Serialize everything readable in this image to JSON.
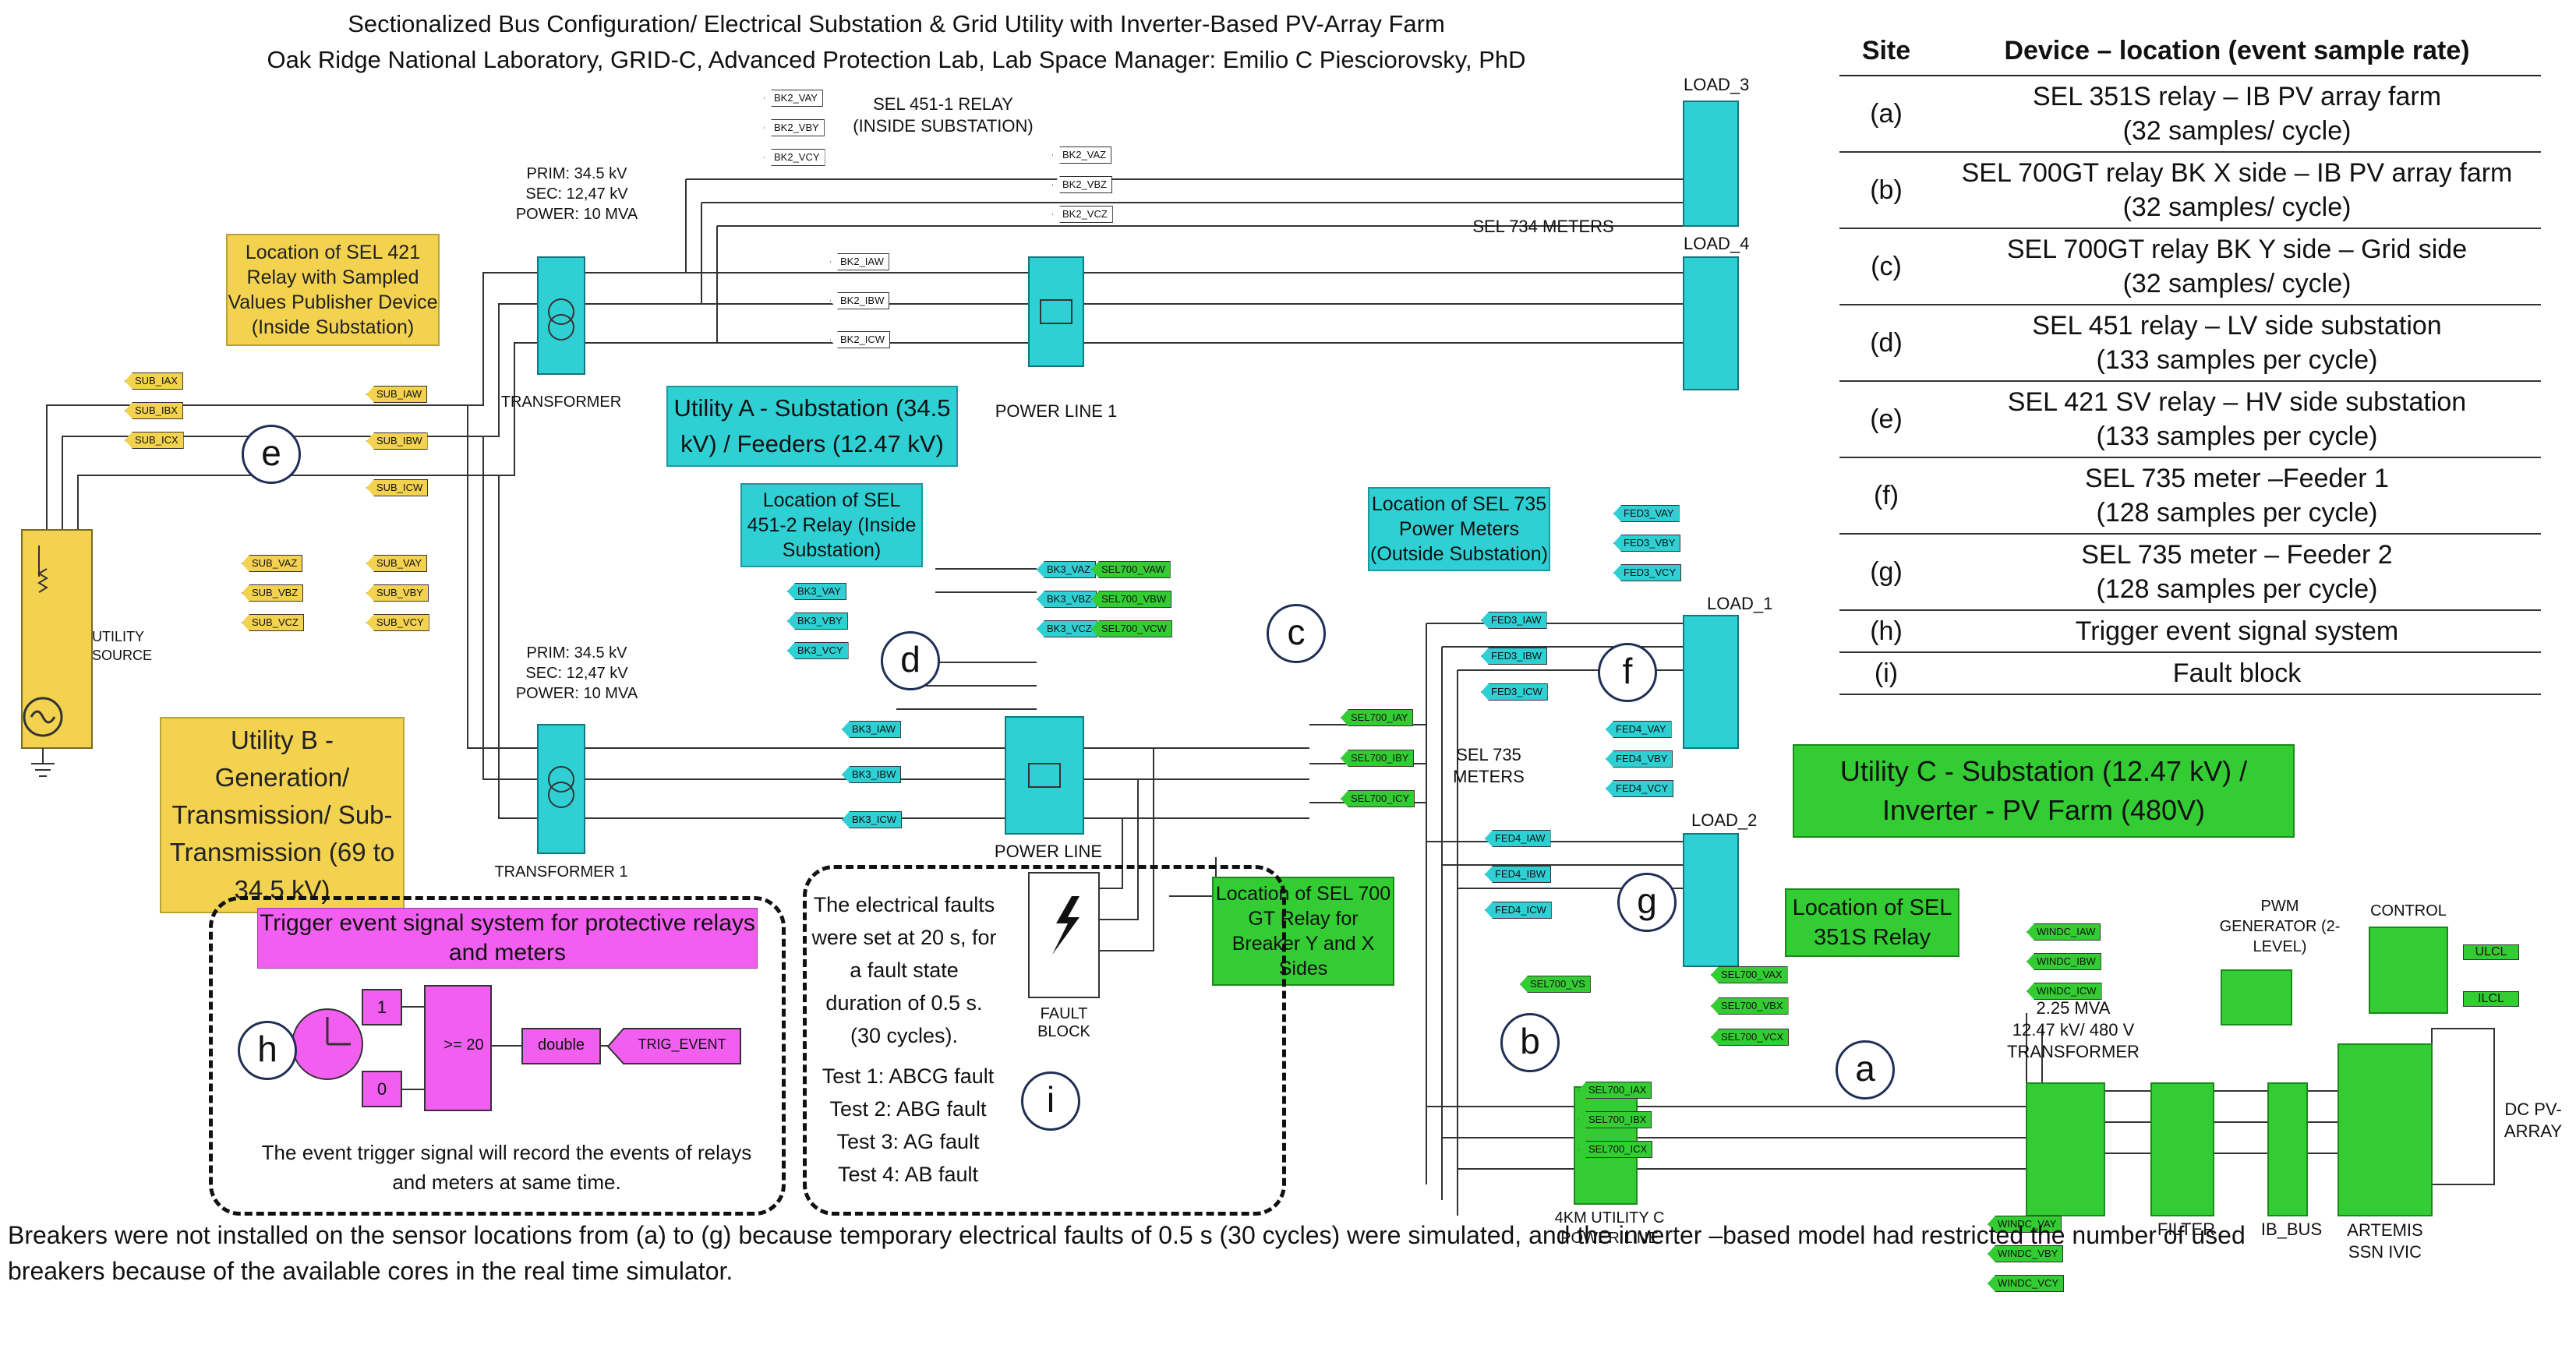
{
  "header": {
    "title": "Sectionalized Bus Configuration/ Electrical Substation & Grid Utility with Inverter-Based PV-Array Farm",
    "subtitle": "Oak Ridge National Laboratory, GRID-C, Advanced Protection Lab, Lab Space Manager: Emilio C Piesciorovsky, PhD"
  },
  "legend": {
    "col_site": "Site",
    "col_device": "Device – location (event sample rate)",
    "rows": [
      {
        "site": "(a)",
        "line1": "SEL 351S relay – IB PV array farm",
        "line2": "(32 samples/ cycle)"
      },
      {
        "site": "(b)",
        "line1": "SEL 700GT relay BK X side – IB PV array farm",
        "line2": "(32 samples/ cycle)"
      },
      {
        "site": "(c)",
        "line1": "SEL 700GT relay BK Y side – Grid side",
        "line2": "(32 samples/ cycle)"
      },
      {
        "site": "(d)",
        "line1": "SEL 451 relay – LV side substation",
        "line2": "(133 samples per cycle)"
      },
      {
        "site": "(e)",
        "line1": "SEL 421 SV relay – HV side substation",
        "line2": "(133 samples per cycle)"
      },
      {
        "site": "(f)",
        "line1": "SEL 735 meter –Feeder 1",
        "line2": "(128 samples per cycle)"
      },
      {
        "site": "(g)",
        "line1": "SEL 735 meter – Feeder 2",
        "line2": "(128 samples per cycle)"
      },
      {
        "site": "(h)",
        "line1": "Trigger event signal system",
        "line2": ""
      },
      {
        "site": "(i)",
        "line1": "Fault block",
        "line2": ""
      }
    ]
  },
  "notes": {
    "sel421": "Location of SEL 421 Relay with Sampled Values Publisher Device (Inside Substation)",
    "utility_a": "Utility A - Substation (34.5 kV) / Feeders (12.47 kV)",
    "sel451_2": "Location of SEL 451-2 Relay (Inside Substation)",
    "sel735": "Location of SEL 735 Power Meters (Outside Substation)",
    "utility_b": "Utility B - Generation/ Transmission/ Sub-Transmission (69 to 34.5 kV)",
    "sel700": "Location of SEL 700 GT Relay for Breaker Y and X Sides",
    "utility_c": "Utility C - Substation (12.47 kV) / Inverter - PV Farm (480V)",
    "sel351": "Location of SEL 351S Relay",
    "trigger_title": "Trigger event signal system for protective relays and meters",
    "trigger_desc": "The event trigger signal will record the events of  relays and meters at same time.",
    "fault_desc": "The electrical faults were set at 20 s, for a fault state duration of 0.5 s. (30 cycles).",
    "tests": [
      "Test 1: ABCG fault",
      "Test 2: ABG fault",
      "Test 3: AG fault",
      "Test 4: AB fault"
    ]
  },
  "labels": {
    "sel451_1": "SEL 451-1 RELAY (INSIDE SUBSTATION)",
    "prim_top": "PRIM: 34.5 kV",
    "sec_top": "SEC: 12,47 kV",
    "pow_top": "POWER: 10 MVA",
    "prim_bot": "PRIM: 34.5 kV",
    "sec_bot": "SEC: 12,47 kV",
    "pow_bot": "POWER: 10 MVA",
    "transformer": "TRANSFORMER",
    "transformer1": "TRANSFORMER 1",
    "power_line1": "POWER LINE 1",
    "power_line": "POWER LINE",
    "sel734": "SEL 734  METERS",
    "sel735_meters": "SEL 735 METERS",
    "load1": "LOAD_1",
    "load2": "LOAD_2",
    "load3": "LOAD_3",
    "load4": "LOAD_4",
    "utility_source": "UTILITY SOURCE",
    "fault_block": "FAULT BLOCK",
    "pwm": "PWM GENERATOR (2-LEVEL)",
    "control": "CONTROL",
    "mva": "2.25 MVA",
    "kv": "12.47 kV/ 480 V",
    "transformer_c": "TRANSFORMER",
    "filter": "FILTER",
    "ib_bus": "IB_BUS",
    "artemis": "ARTEMIS SSN IVIC",
    "dc_pv": "DC PV- ARRAY",
    "utility_c_line": "4KM UTILITY C POWER LINE",
    "double": "double",
    "trig": "TRIG_EVENT",
    "const1": "1",
    "const0": "0",
    "cmp": ">= 20",
    "ulcl": "ULCL",
    "ilcl": "ILCL"
  },
  "tags": {
    "sub_x": [
      "SUB_IAX",
      "SUB_IBX",
      "SUB_ICX"
    ],
    "sub_w": [
      "SUB_IAW",
      "SUB_IBW",
      "SUB_ICW"
    ],
    "sub_z": [
      "SUB_VAZ",
      "SUB_VBZ",
      "SUB_VCZ"
    ],
    "sub_y": [
      "SUB_VAY",
      "SUB_VBY",
      "SUB_VCY"
    ],
    "bk2_v": [
      "BK2_VAY",
      "BK2_VBY",
      "BK2_VCY"
    ],
    "bk2_z": [
      "BK2_VAZ",
      "BK2_VBZ",
      "BK2_VCZ"
    ],
    "bk2_i": [
      "BK2_IAW",
      "BK2_IBW",
      "BK2_ICW"
    ],
    "bk3_v": [
      "BK3_VAY",
      "BK3_VBY",
      "BK3_VCY"
    ],
    "bk3_z": [
      "BK3_VAZ",
      "BK3_VBZ",
      "BK3_VCZ"
    ],
    "bk3_i": [
      "BK3_IAW",
      "BK3_IBW",
      "BK3_ICW"
    ],
    "sel700_w": [
      "SEL700_VAW",
      "SEL700_VBW",
      "SEL700_VCW"
    ],
    "sel700_y": [
      "SEL700_IAY",
      "SEL700_IBY",
      "SEL700_ICY"
    ],
    "fed3_v": [
      "FED3_VAY",
      "FED3_VBY",
      "FED3_VCY"
    ],
    "fed3_i": [
      "FED3_IAW",
      "FED3_IBW",
      "FED3_ICW"
    ],
    "fed4_v": [
      "FED4_VAY",
      "FED4_VBY",
      "FED4_VCY"
    ],
    "fed4_i": [
      "FED4_IAW",
      "FED4_IBW",
      "FED4_ICW"
    ],
    "windc_i": [
      "WINDC_IAW",
      "WINDC_IBW",
      "WINDC_ICW"
    ],
    "sel700_vx": [
      "SEL700_VAX",
      "SEL700_VBX",
      "SEL700_VCX"
    ],
    "sel700_ix": [
      "SEL700_IAX",
      "SEL700_IBX",
      "SEL700_ICX"
    ],
    "windc_v": [
      "WINDC_VAY",
      "WINDC_VBY",
      "WINDC_VCY"
    ],
    "sel700_vs": "SEL700_VS"
  },
  "circles": {
    "a": "a",
    "b": "b",
    "c": "c",
    "d": "d",
    "e": "e",
    "f": "f",
    "g": "g",
    "h": "h",
    "i": "i"
  },
  "bottom_note": "Breakers were not installed on the sensor locations from (a) to (g) because temporary electrical faults of 0.5 s (30 cycles) were simulated, and the inverter –based model had restricted the number of used breakers because of the available cores in the real time simulator.",
  "colors": {
    "cyan": "#2fd0d4",
    "green": "#33cc33",
    "yellow": "#f3d250",
    "magenta": "#f25ef0"
  }
}
